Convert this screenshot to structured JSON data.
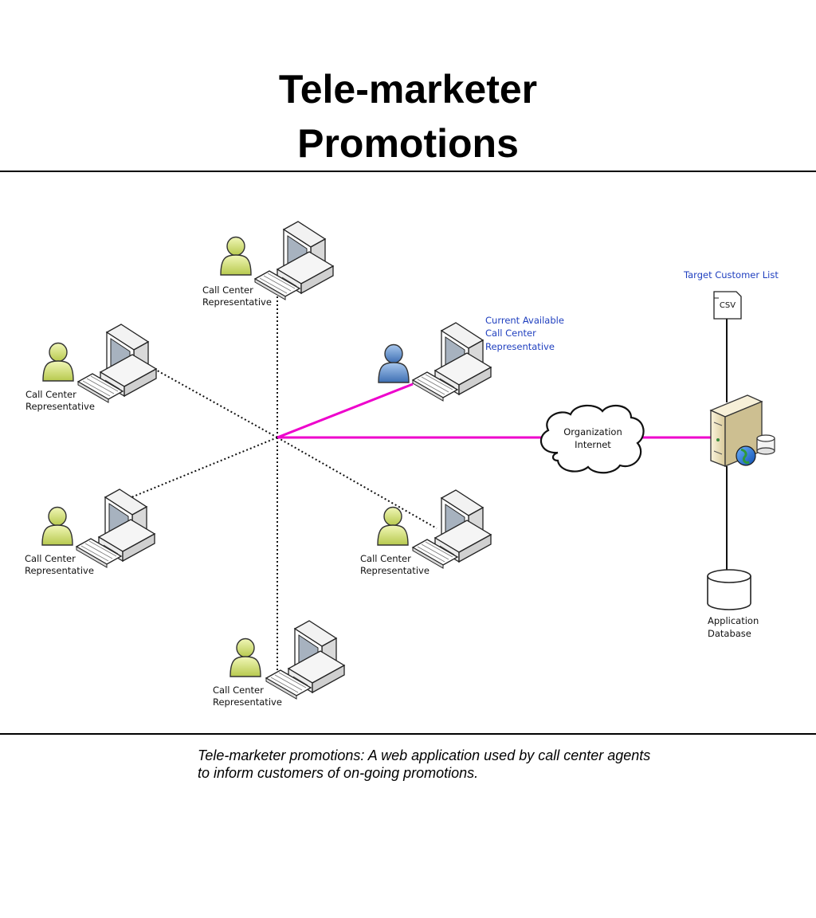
{
  "title_line1": "Tele-marketer",
  "title_line2": "Promotions",
  "caption_line1": "Tele-marketer promotions: A web application used by call center agents",
  "caption_line2": "to inform customers of on-going promotions.",
  "nodes": {
    "rep_top": [
      "Call Center",
      "Representative"
    ],
    "rep_left_upper": [
      "Call Center",
      "Representative"
    ],
    "rep_available": [
      "Current Available",
      "Call Center",
      "Representative"
    ],
    "rep_left_lower": [
      "Call Center",
      "Representative"
    ],
    "rep_right_lower": [
      "Call Center",
      "Representative"
    ],
    "rep_bottom": [
      "Call Center",
      "Representative"
    ],
    "cloud": [
      "Organization",
      "Internet"
    ],
    "csv_title": "Target Customer List",
    "csv_file": "CSV",
    "database": [
      "Application",
      "Database"
    ]
  },
  "colors": {
    "active_link": "#ee00cc",
    "highlight_text": "#1f3fbf",
    "user_idle": "#d4e07a",
    "user_active": "#5b8fd0"
  }
}
